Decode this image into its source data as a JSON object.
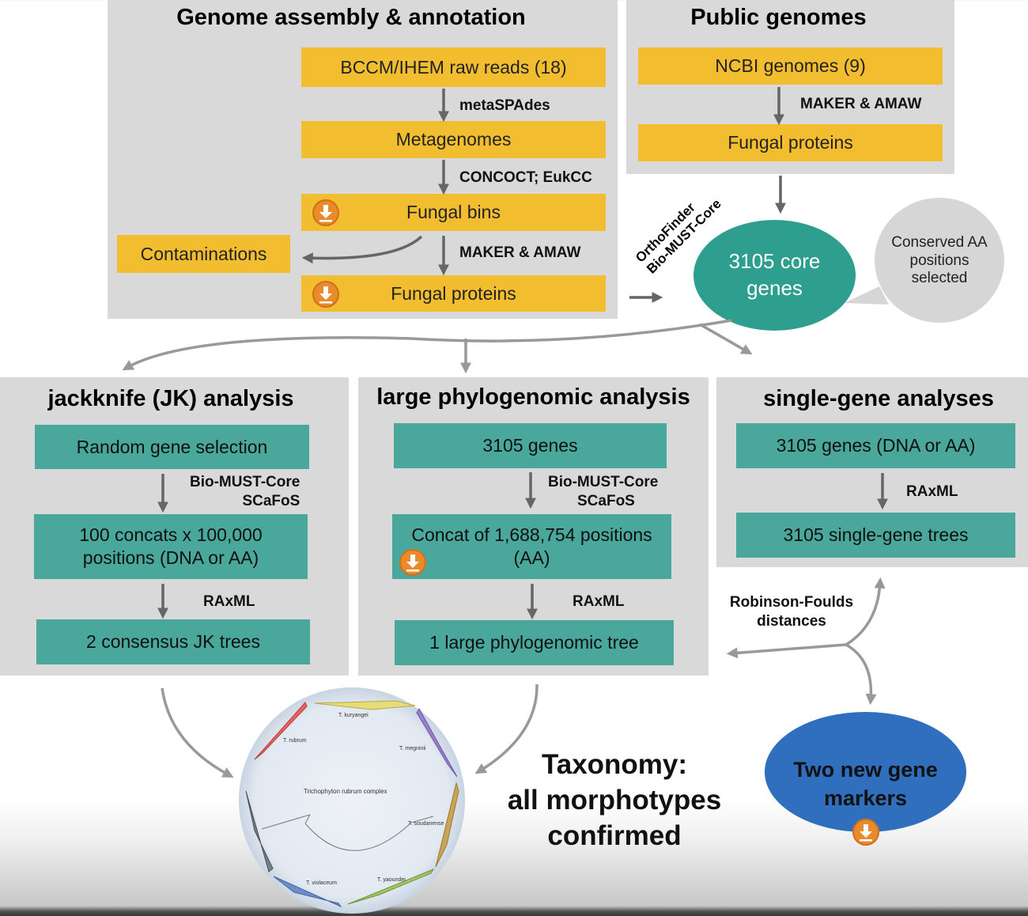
{
  "assembly": {
    "title": "Genome assembly & annotation",
    "raw_reads": "BCCM/IHEM raw reads (18)",
    "step1": "metaSPAdes",
    "metagenomes": "Metagenomes",
    "step2": "CONCOCT; EukCC",
    "fungal_bins": "Fungal bins",
    "step3": "MAKER & AMAW",
    "fungal_proteins": "Fungal proteins",
    "contaminations": "Contaminations"
  },
  "public": {
    "title": "Public genomes",
    "ncbi": "NCBI genomes (9)",
    "step": "MAKER & AMAW",
    "fungal_proteins": "Fungal proteins"
  },
  "core": {
    "tools_line1": "OrthoFinder",
    "tools_line2": "Bio-MUST-Core",
    "genes_line1": "3105 core",
    "genes_line2": "genes",
    "bubble_line1": "Conserved AA",
    "bubble_line2": "positions",
    "bubble_line3": "selected"
  },
  "jackknife": {
    "title": "jackknife (JK) analysis",
    "random": "Random gene selection",
    "step1_line1": "Bio-MUST-Core",
    "step1_line2": "SCaFoS",
    "concats_line1": "100 concats x 100,000",
    "concats_line2": "positions (DNA or AA)",
    "step2": "RAxML",
    "trees": "2 consensus JK trees"
  },
  "large": {
    "title": "large phylogenomic analysis",
    "genes": "3105 genes",
    "step1_line1": "Bio-MUST-Core",
    "step1_line2": "SCaFoS",
    "concat_line1": "Concat of 1,688,754 positions",
    "concat_line2": "(AA)",
    "step2": "RAxML",
    "tree": "1 large phylogenomic tree"
  },
  "single": {
    "title": "single-gene analyses",
    "genes": "3105 genes (DNA or AA)",
    "step": "RAxML",
    "trees": "3105 single-gene trees",
    "rf_line1": "Robinson-Foulds",
    "rf_line2": "distances"
  },
  "markers": {
    "line1": "Two new gene",
    "line2": "markers"
  },
  "taxonomy": {
    "line1": "Taxonomy:",
    "line2": "all morphotypes",
    "line3": "confirmed"
  },
  "tree": {
    "center": "Trichophyton rubrum complex",
    "kuryangei": "T. kuryangei",
    "rubrum": "T. rubrum",
    "megninii": "T. megninii",
    "soudanense": "T. soudanense",
    "violaceum": "T. violaceum",
    "yaoundei": "T. yaoundei"
  },
  "colors": {
    "panel": "#d9d9d9",
    "yellow_box": "#f2bd2e",
    "teal_box": "#49a79b",
    "core_ellipse": "#2e9e8f",
    "bubble": "#d6d6d6",
    "markers_ellipse": "#2f6fbd",
    "download_icon": "#ea8b2b",
    "arrow": "#666666"
  },
  "icons": [
    "down-arrow",
    "download-icon",
    "curved-arrow"
  ]
}
